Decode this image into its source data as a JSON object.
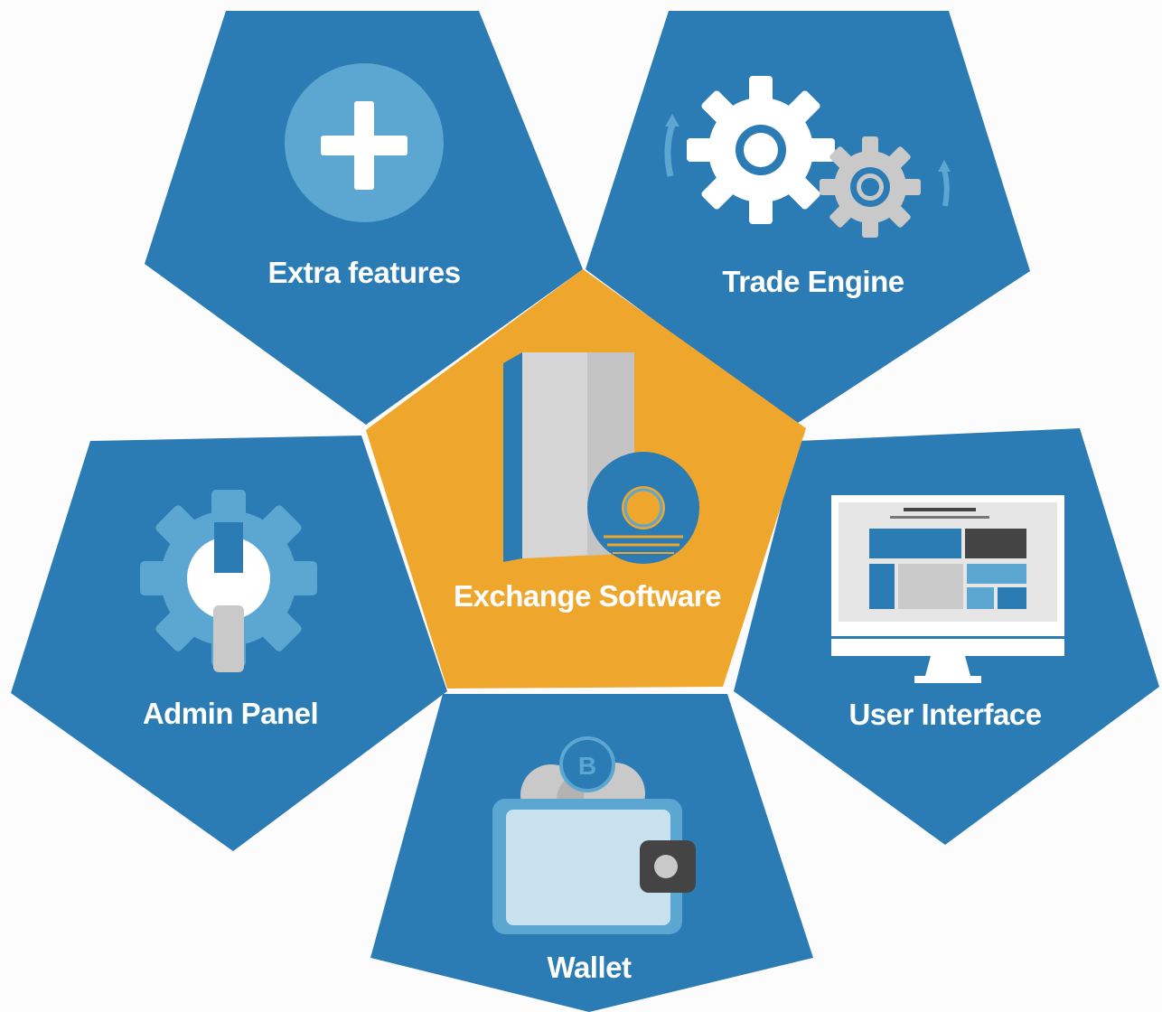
{
  "center": {
    "label": "Exchange Software",
    "icon": "software-box-icon"
  },
  "modules": [
    {
      "id": "extra-features",
      "label": "Extra features",
      "icon": "plus-circle-icon"
    },
    {
      "id": "trade-engine",
      "label": "Trade Engine",
      "icon": "gears-icon"
    },
    {
      "id": "admin-panel",
      "label": "Admin Panel",
      "icon": "gear-wrench-icon"
    },
    {
      "id": "user-interface",
      "label": "User Interface",
      "icon": "monitor-icon"
    },
    {
      "id": "wallet",
      "label": "Wallet",
      "icon": "wallet-coins-icon"
    }
  ],
  "colors": {
    "background": "#fcfcfc",
    "module_blue": "#2b7bb4",
    "center_orange": "#efa62c",
    "icon_light_blue": "#5ba7d2",
    "icon_grey": "#c9c9c9"
  }
}
